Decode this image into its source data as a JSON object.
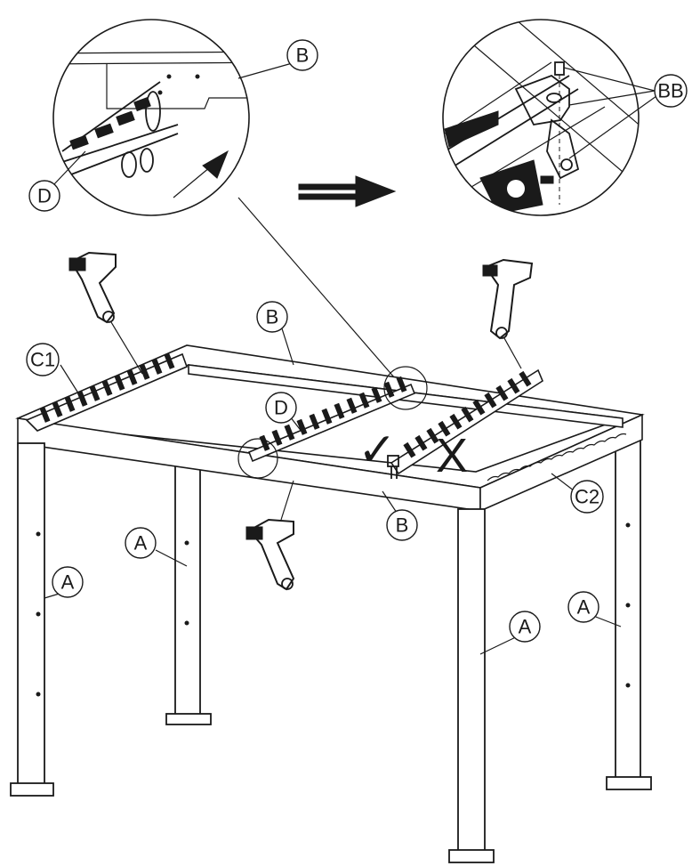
{
  "callouts": [
    {
      "id": "b-detail",
      "text": "B"
    },
    {
      "id": "d-detail",
      "text": "D"
    },
    {
      "id": "bb-detail",
      "text": "BB"
    },
    {
      "id": "c1",
      "text": "C1"
    },
    {
      "id": "b-top",
      "text": "B"
    },
    {
      "id": "d-main",
      "text": "D"
    },
    {
      "id": "b-front",
      "text": "B"
    },
    {
      "id": "c2",
      "text": "C2"
    },
    {
      "id": "a-left",
      "text": "A"
    },
    {
      "id": "a-back-left",
      "text": "A"
    },
    {
      "id": "a-front-right",
      "text": "A"
    },
    {
      "id": "a-right",
      "text": "A"
    }
  ],
  "symbols": {
    "correct": "✓",
    "wrong": "X"
  },
  "colors": {
    "ink": "#1a1a1a",
    "background": "#ffffff"
  }
}
